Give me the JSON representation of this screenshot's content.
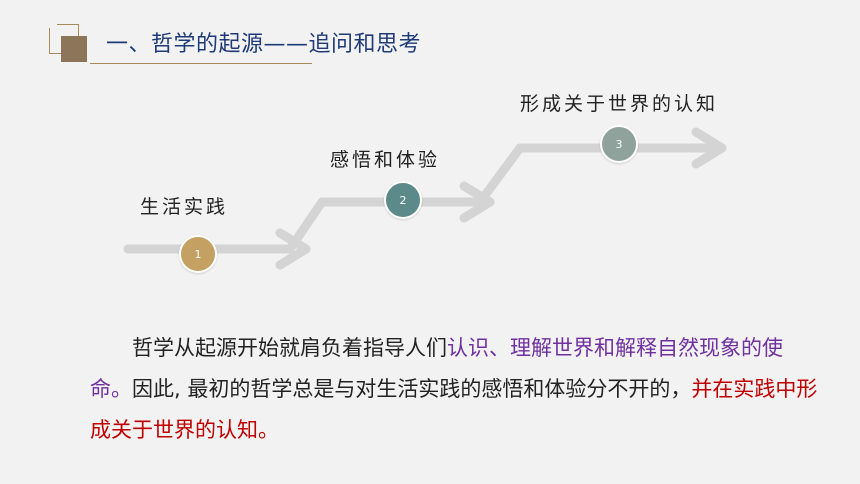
{
  "header": {
    "title": "一、哲学的起源——追问和思考"
  },
  "steps": [
    {
      "label": "生活实践",
      "number": "1",
      "color": "#c4a062"
    },
    {
      "label": "感悟和体验",
      "number": "2",
      "color": "#5c8a8a"
    },
    {
      "label": "形成关于世界的认知",
      "number": "3",
      "color": "#8fa39c"
    }
  ],
  "paragraph": {
    "part1": "哲学从起源开始就肩负着指导人们",
    "part2": "认识、理解世界和解释自然现象的使命。",
    "part3": "因此, 最初的哲学总是与对生活实践的感悟和体验分不开的，",
    "part4": "并在实践中形成关于世界的认知。"
  },
  "colors": {
    "title": "#1f3a78",
    "accent_gold": "#a88a5c",
    "highlight_purple": "#7030a0",
    "highlight_red": "#c00000",
    "arrow": "#d4d4d4"
  }
}
